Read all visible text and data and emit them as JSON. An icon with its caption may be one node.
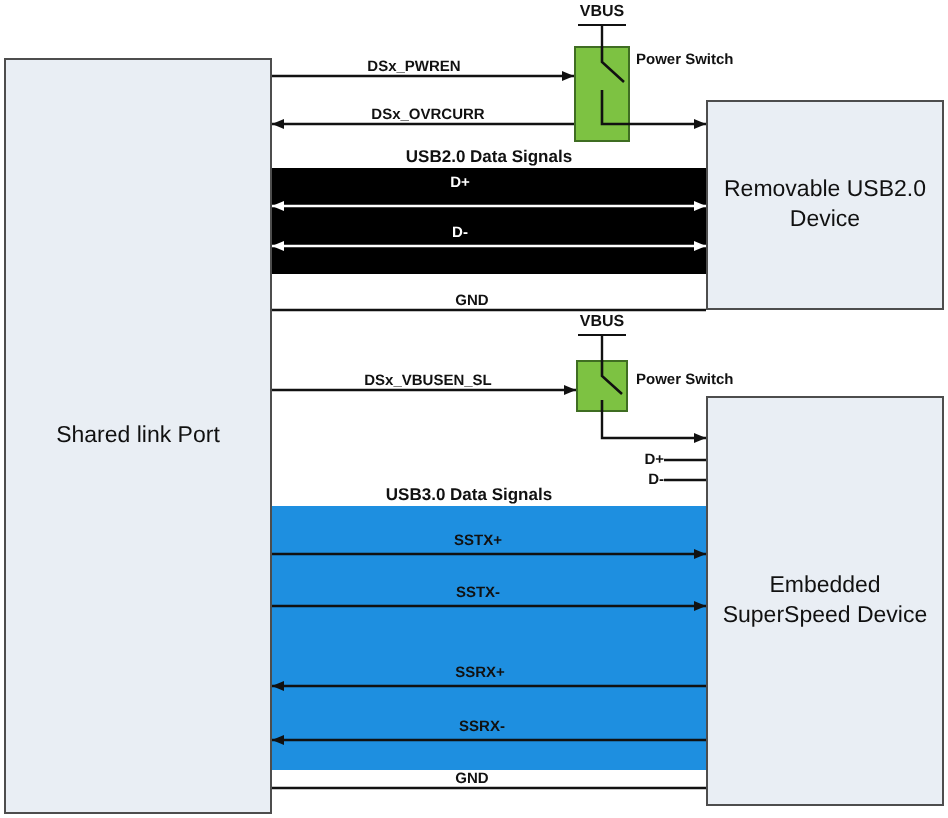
{
  "diagram": {
    "nodes": [
      {
        "text": [
          "Shared link Port"
        ]
      },
      {
        "text": [
          "VBUS"
        ]
      },
      {
        "text": [],
        "shape": "box",
        "beside": [
          "Power Switch"
        ]
      },
      {
        "text": [
          "Removable USB2.0 Device"
        ]
      },
      {
        "text": [
          "VBUS"
        ]
      },
      {
        "text": [],
        "shape": "box",
        "beside": [
          "Power Switch"
        ]
      },
      {
        "text": [
          "D+"
        ]
      },
      {
        "text": [
          "D-"
        ]
      },
      {
        "text": [
          "Embedded SuperSpeed Device"
        ]
      }
    ],
    "edges": [
      {
        "from": 1,
        "to": 2,
        "arrow": "none"
      },
      {
        "from": 0,
        "to": 2,
        "label": "DSx_PWREN",
        "arrow": "to"
      },
      {
        "from": 2,
        "to": 0,
        "label": "DSx_OVRCURR",
        "arrow": "to"
      },
      {
        "from": 2,
        "to": 3,
        "arrow": "to"
      },
      {
        "from": 0,
        "to": 3,
        "label": "D+",
        "arrow": "both",
        "color": "#ffffff"
      },
      {
        "from": 0,
        "to": 3,
        "label": "D-",
        "arrow": "both",
        "color": "#ffffff"
      },
      {
        "from": 0,
        "to": 3,
        "label": "GND",
        "arrow": "none"
      },
      {
        "from": 4,
        "to": 5,
        "arrow": "none"
      },
      {
        "from": 0,
        "to": 5,
        "label": "DSx_VBUSEN_SL",
        "arrow": "to"
      },
      {
        "from": 5,
        "to": 8,
        "arrow": "to"
      },
      {
        "from": 6,
        "to": 8,
        "arrow": "none"
      },
      {
        "from": 7,
        "to": 8,
        "arrow": "none"
      },
      {
        "from": 0,
        "to": 8,
        "label": "SSTX+",
        "arrow": "to"
      },
      {
        "from": 0,
        "to": 8,
        "label": "SSTX-",
        "arrow": "to"
      },
      {
        "from": 8,
        "to": 0,
        "label": "SSRX+",
        "arrow": "to"
      },
      {
        "from": 8,
        "to": 0,
        "label": "SSRX-",
        "arrow": "to"
      },
      {
        "from": 0,
        "to": 8,
        "label": "GND",
        "arrow": "none"
      }
    ],
    "labels": [
      "USB2.0 Data Signals",
      "USB3.0 Data Signals"
    ]
  }
}
